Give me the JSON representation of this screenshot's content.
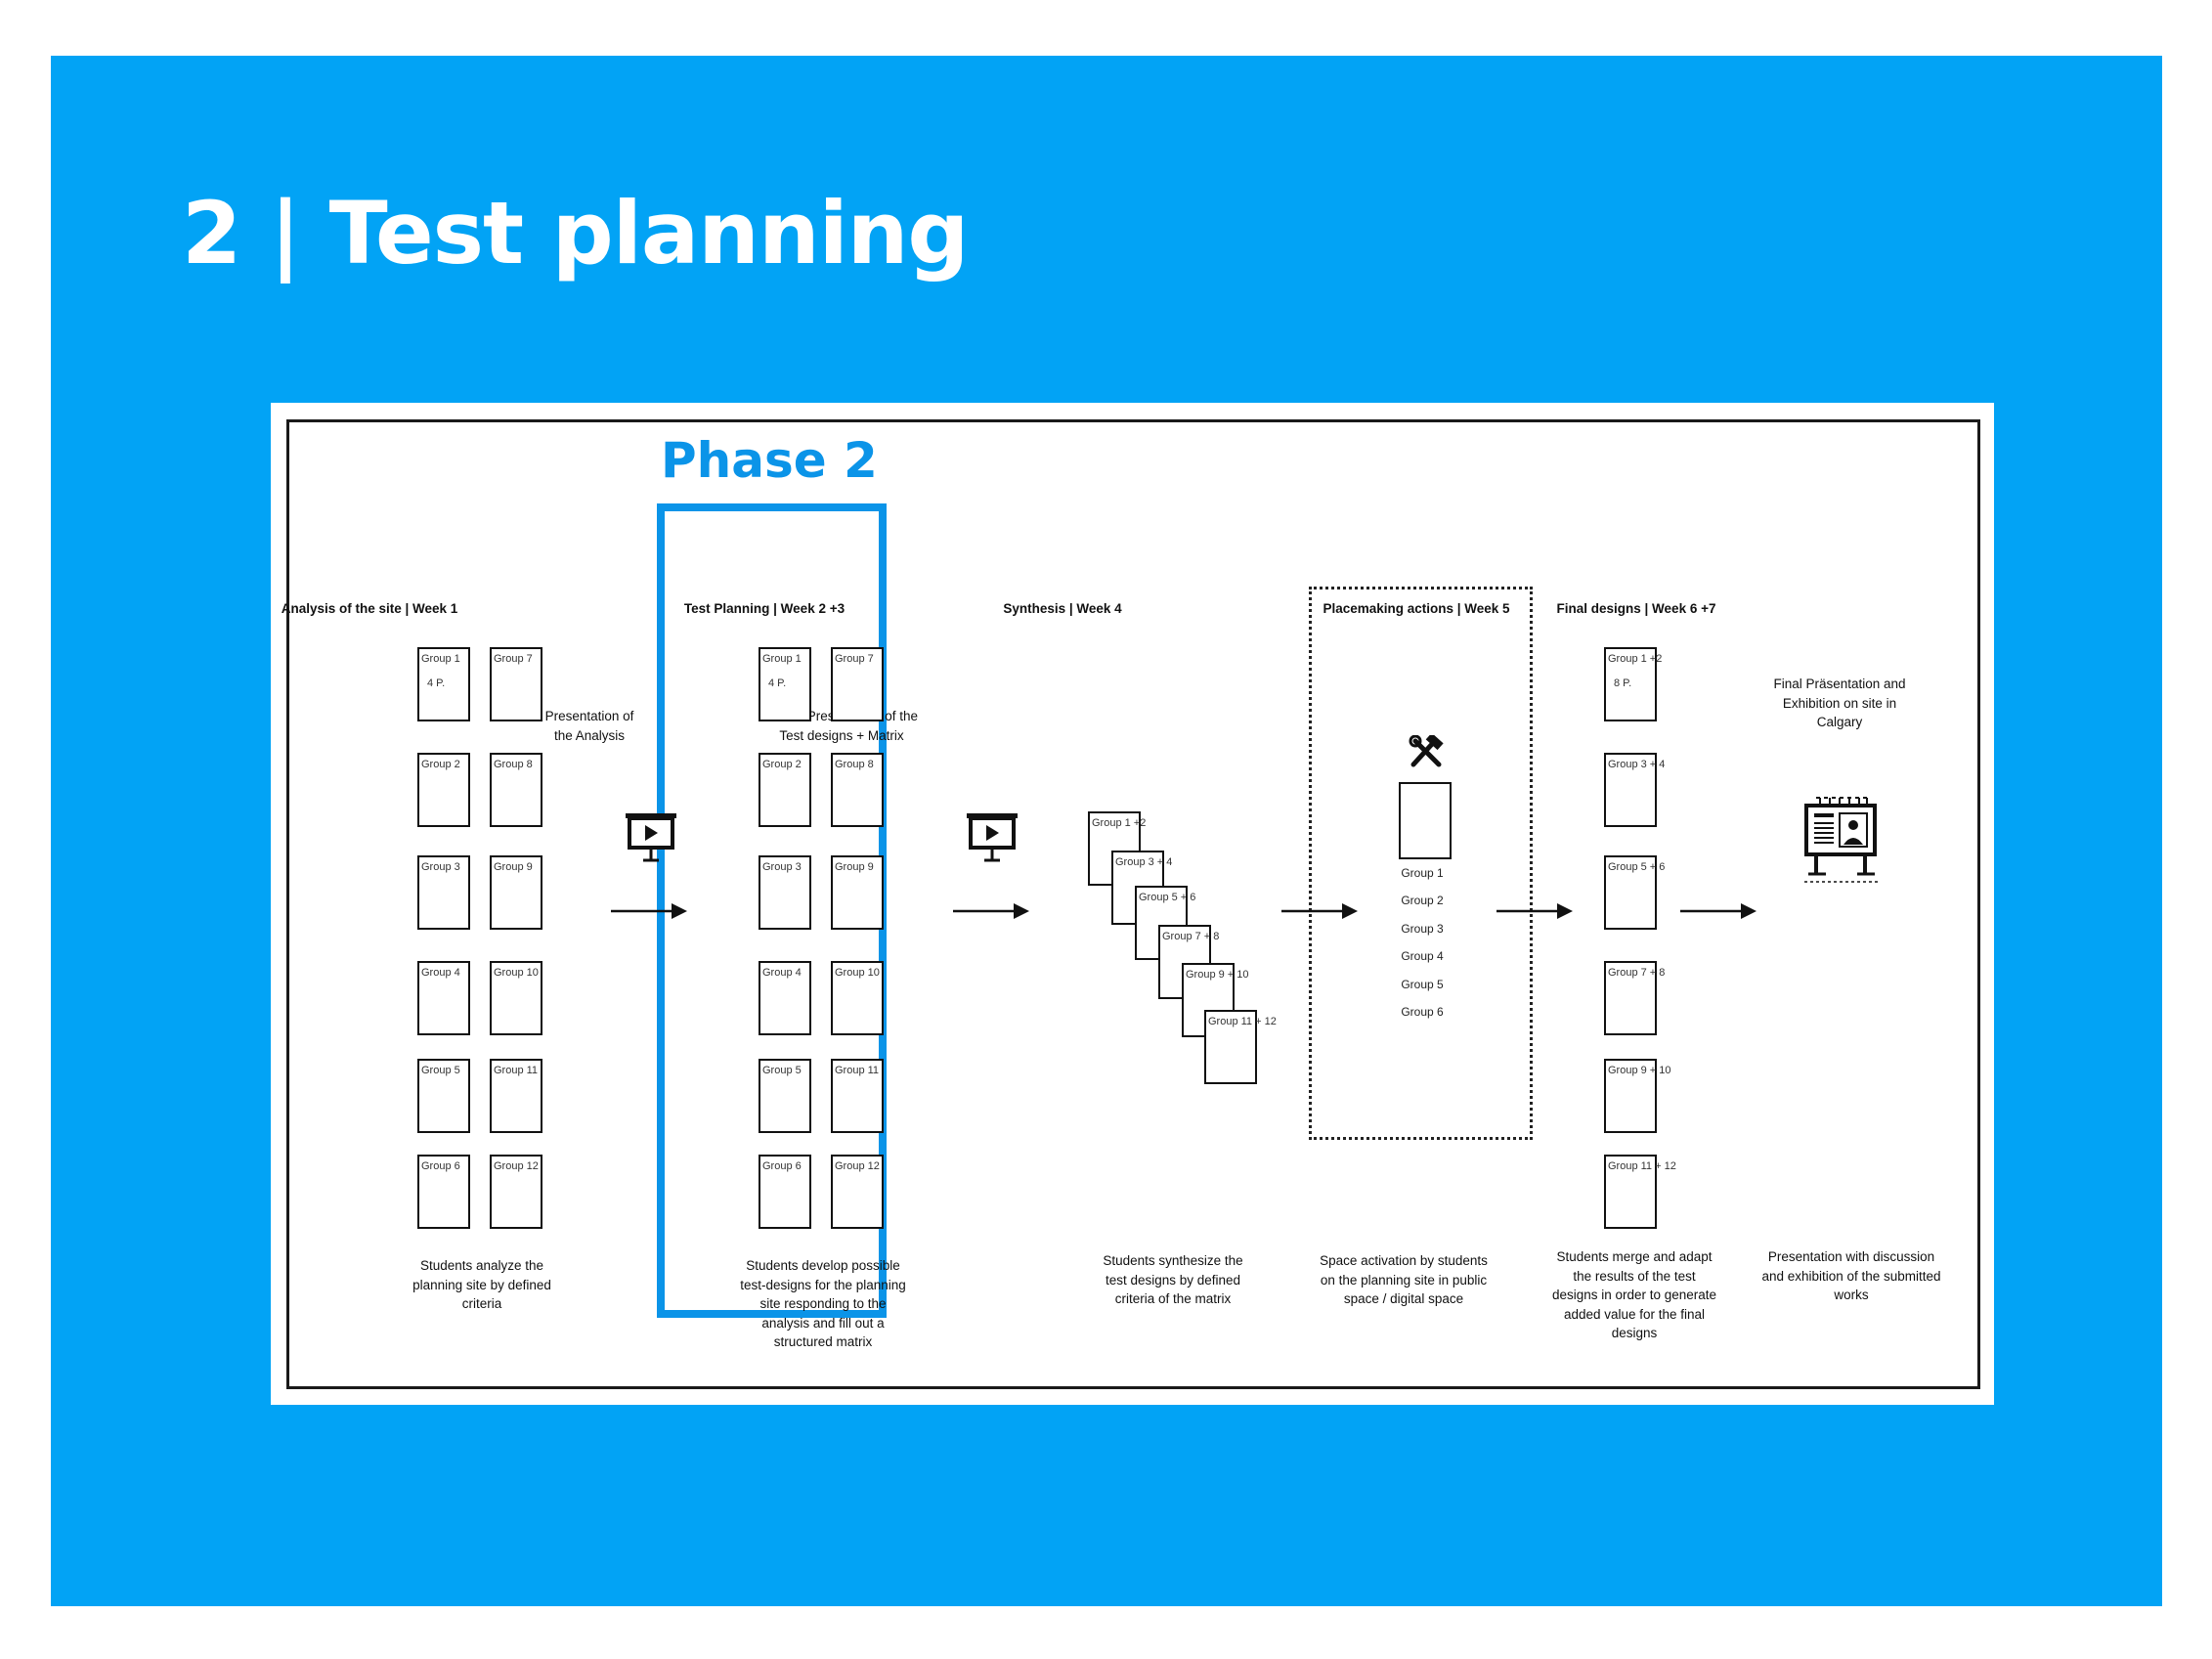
{
  "slide": {
    "title": "2 | Test planning"
  },
  "diagram": {
    "phase_label": "Phase 2",
    "columns": {
      "analysis": {
        "heading": "Analysis of the site | Week 1",
        "groups": [
          "Group 1",
          "Group 2",
          "Group 3",
          "Group 4",
          "Group 5",
          "Group 6",
          "Group 7",
          "Group 8",
          "Group 9",
          "Group 10",
          "Group 11",
          "Group 12"
        ],
        "persons": "4 P.",
        "description": "Students analyze the planning site by defined criteria"
      },
      "presentation_1": {
        "label": "Presentation of the Analysis"
      },
      "test_planning": {
        "heading": "Test Planning | Week 2 +3",
        "groups": [
          "Group 1",
          "Group 2",
          "Group 3",
          "Group 4",
          "Group 5",
          "Group 6",
          "Group 7",
          "Group 8",
          "Group 9",
          "Group 10",
          "Group 11",
          "Group 12"
        ],
        "persons": "4 P.",
        "description": "Students develop possible test-designs for the planning site responding to the analysis and fill out a structured matrix"
      },
      "presentation_2": {
        "label": "Online Presentation of the Test designs + Matrix"
      },
      "synthesis": {
        "heading": "Synthesis | Week 4",
        "groups": [
          "Group 1 +2",
          "Group 3 + 4",
          "Group 5 + 6",
          "Group 7 + 8",
          "Group 9 + 10",
          "Group 11 + 12"
        ],
        "description": "Students synthesize the test designs by defined criteria of the matrix"
      },
      "placemaking": {
        "heading": "Placemaking actions | Week 5",
        "icon": "hammer-wrench-icon",
        "groups": [
          "Group 1",
          "Group 2",
          "Group 3",
          "Group 4",
          "Group 5",
          "Group 6"
        ],
        "description": "Space activation by students on the planning site in public space / digital space"
      },
      "final_designs": {
        "heading": "Final designs | Week 6 +7",
        "groups": [
          "Group 1 +2",
          "Group 3 + 4",
          "Group 5 + 6",
          "Group 7 + 8",
          "Group 9 + 10",
          "Group 11 + 12"
        ],
        "persons": "8 P.",
        "description": "Students merge and adapt the results of the test designs in order to generate added value for the final designs"
      },
      "exhibition": {
        "label": "Final Präsentation and Exhibition on site in Calgary",
        "icon": "exhibition-board-icon",
        "description": "Presentation with discussion and exhibition of the submitted works"
      }
    }
  }
}
